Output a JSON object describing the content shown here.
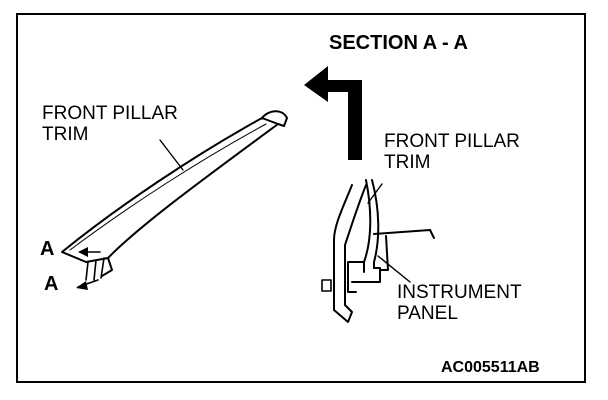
{
  "diagram": {
    "section_title": "SECTION A - A",
    "front_pillar_trim_left": "FRONT PILLAR\nTRIM",
    "front_pillar_trim_right": "FRONT PILLAR\nTRIM",
    "instrument_panel": "INSTRUMENT\nPANEL",
    "section_marker_upper": "A",
    "section_marker_lower": "A",
    "figure_code": "AC005511AB"
  }
}
